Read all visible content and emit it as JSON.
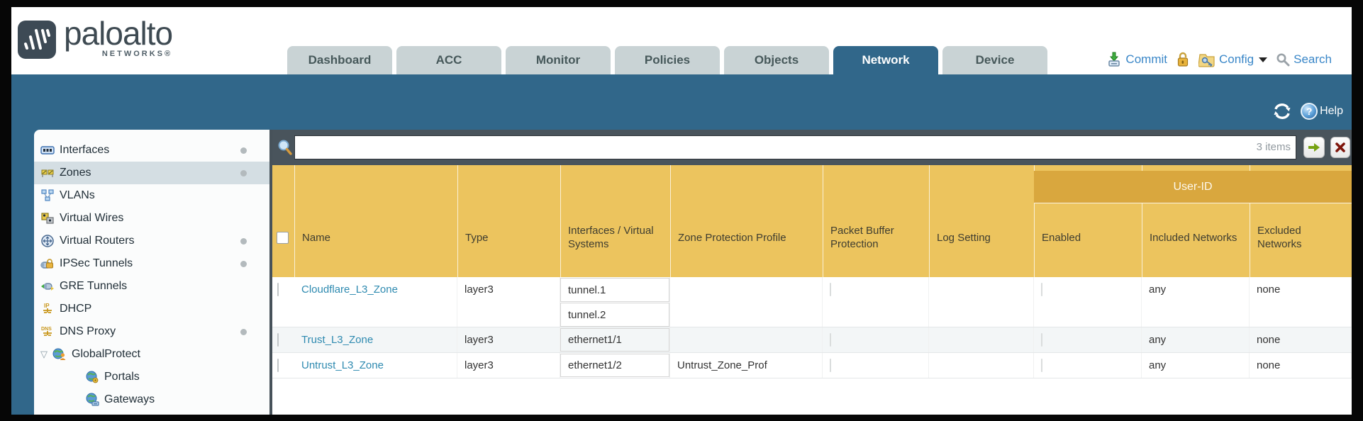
{
  "header": {
    "brand": {
      "name": "paloalto",
      "sub": "NETWORKS®",
      "logo_icon": "paloalto-waveform-icon"
    },
    "tabs": [
      {
        "label": "Dashboard",
        "selected": false
      },
      {
        "label": "ACC",
        "selected": false
      },
      {
        "label": "Monitor",
        "selected": false
      },
      {
        "label": "Policies",
        "selected": false
      },
      {
        "label": "Objects",
        "selected": false
      },
      {
        "label": "Network",
        "selected": true
      },
      {
        "label": "Device",
        "selected": false
      }
    ],
    "actions": {
      "commit": "Commit",
      "commit_icon": "commit-download-icon",
      "lock_icon": "lock-icon",
      "config": "Config",
      "config_icon": "config-key-icon",
      "config_caret": "caret-down-icon",
      "search": "Search",
      "search_icon": "search-icon"
    }
  },
  "banner": {
    "refresh_icon": "refresh-icon",
    "help_icon": "help-question-icon",
    "help_label": "Help"
  },
  "sidebar": {
    "items": [
      {
        "label": "Interfaces",
        "icon": "interfaces-icon",
        "selected": false,
        "dot": true
      },
      {
        "label": "Zones",
        "icon": "zones-icon",
        "selected": true,
        "dot": true
      },
      {
        "label": "VLANs",
        "icon": "vlans-icon",
        "selected": false,
        "dot": false
      },
      {
        "label": "Virtual Wires",
        "icon": "virtual-wires-icon",
        "selected": false,
        "dot": false
      },
      {
        "label": "Virtual Routers",
        "icon": "virtual-routers-icon",
        "selected": false,
        "dot": true
      },
      {
        "label": "IPSec Tunnels",
        "icon": "ipsec-tunnels-icon",
        "selected": false,
        "dot": true
      },
      {
        "label": "GRE Tunnels",
        "icon": "gre-tunnels-icon",
        "selected": false,
        "dot": false
      },
      {
        "label": "DHCP",
        "icon": "dhcp-icon",
        "selected": false,
        "dot": false
      },
      {
        "label": "DNS Proxy",
        "icon": "dns-proxy-icon",
        "selected": false,
        "dot": true
      },
      {
        "label": "GlobalProtect",
        "icon": "globalprotect-icon",
        "selected": false,
        "dot": false,
        "expanded": true
      },
      {
        "label": "Portals",
        "icon": "portals-icon",
        "selected": false,
        "dot": false,
        "indent": 1
      },
      {
        "label": "Gateways",
        "icon": "gateways-icon",
        "selected": false,
        "dot": false,
        "indent": 1
      }
    ]
  },
  "toolbar": {
    "search_value": "",
    "items_count": "3 items",
    "apply_icon": "green-arrow-icon",
    "clear_icon": "red-x-icon",
    "magnifier_icon": "filter-magnifier-icon"
  },
  "table": {
    "group_header": "User-ID",
    "columns": [
      "Name",
      "Type",
      "Interfaces / Virtual Systems",
      "Zone Protection Profile",
      "Packet Buffer Protection",
      "Log Setting",
      "Enabled",
      "Included Networks",
      "Excluded Networks"
    ],
    "rows": [
      {
        "name": "Cloudflare_L3_Zone",
        "type": "layer3",
        "interfaces": [
          "tunnel.1",
          "tunnel.2"
        ],
        "zone_protection_profile": "",
        "packet_buffer_protection_checked": false,
        "log_setting": "",
        "user_id_enabled_checked": false,
        "included_networks": "any",
        "excluded_networks": "none"
      },
      {
        "name": "Trust_L3_Zone",
        "type": "layer3",
        "interfaces": [
          "ethernet1/1"
        ],
        "zone_protection_profile": "",
        "packet_buffer_protection_checked": false,
        "log_setting": "",
        "user_id_enabled_checked": false,
        "included_networks": "any",
        "excluded_networks": "none"
      },
      {
        "name": "Untrust_L3_Zone",
        "type": "layer3",
        "interfaces": [
          "ethernet1/2"
        ],
        "zone_protection_profile": "Untrust_Zone_Prof",
        "packet_buffer_protection_checked": false,
        "log_setting": "",
        "user_id_enabled_checked": false,
        "included_networks": "any",
        "excluded_networks": "none"
      }
    ]
  },
  "colors": {
    "teal_band": "#31678a",
    "slate_toolbar": "#49545c",
    "amber_header": "#ecc45e",
    "amber_group": "#d9a73e",
    "link_blue": "#2e8ab0",
    "action_blue": "#3a87c8",
    "tab_inactive": "#c9d3d5",
    "selected_nav": "#d4dee3"
  }
}
